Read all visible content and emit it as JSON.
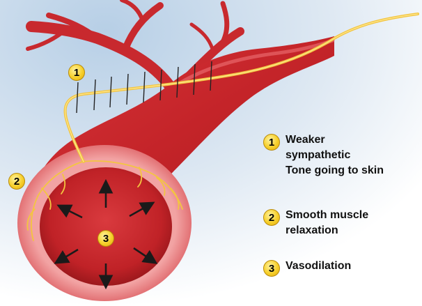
{
  "markers": {
    "nerve": "1",
    "muscle": "2",
    "lumen": "3"
  },
  "legend": [
    {
      "number": "1",
      "lines": [
        "Weaker",
        "sympathetic",
        "Tone going to skin"
      ]
    },
    {
      "number": "2",
      "lines": [
        "Smooth muscle",
        "relaxation"
      ]
    },
    {
      "number": "3",
      "lines": [
        "Vasodilation"
      ]
    }
  ],
  "colors": {
    "vessel": "#c9262b",
    "vessel_dark": "#9e1a1f",
    "vessel_wall": "#e88a8a",
    "nerve": "#f3c540",
    "badge": "#f6cf2a",
    "sky": "#cfe0ef",
    "arrow": "#1a1a1a"
  }
}
